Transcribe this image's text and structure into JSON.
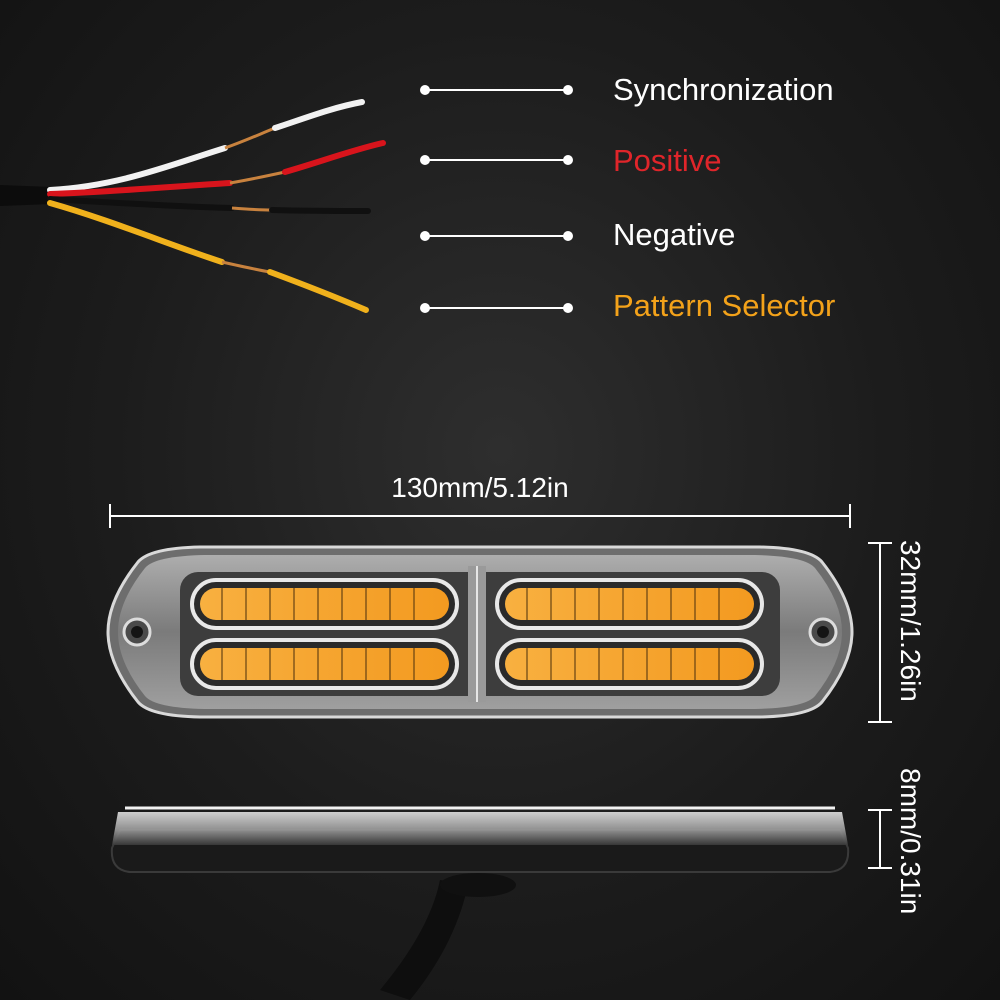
{
  "wire_labels": [
    {
      "text": "Synchronization",
      "color": "#ffffff"
    },
    {
      "text": "Positive",
      "color": "#e0252a"
    },
    {
      "text": "Negative",
      "color": "#ffffff"
    },
    {
      "text": "Pattern Selector",
      "color": "#f3a21a"
    }
  ],
  "dimensions": {
    "length": "130mm/5.12in",
    "width": "32mm/1.26in",
    "thickness": "8mm/0.31in"
  },
  "colors": {
    "background": "#1e1e1e",
    "led_amber": "#f6a62a",
    "led_white": "#f4ead6",
    "wire_white": "#f2f2f2",
    "wire_red": "#d8141c",
    "wire_black": "#141414",
    "wire_yellow": "#f0b11c"
  }
}
